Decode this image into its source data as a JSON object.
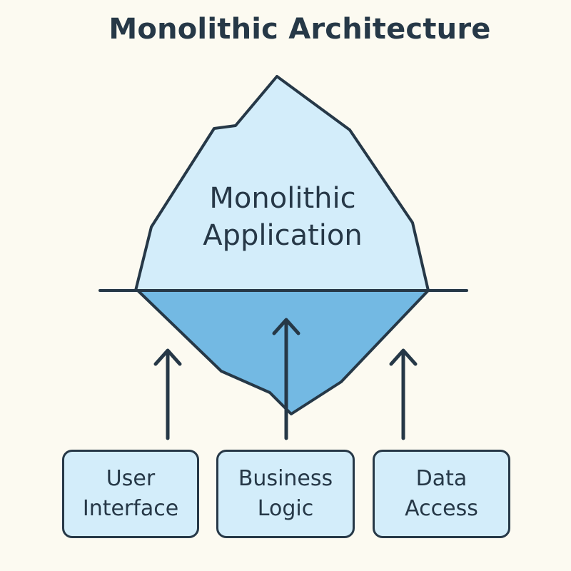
{
  "title": "Monolithic Architecture",
  "iceberg": {
    "label_line1": "Monolithic",
    "label_line2": "Application"
  },
  "components": [
    {
      "line1": "User",
      "line2": "Interface"
    },
    {
      "line1": "Business",
      "line2": "Logic"
    },
    {
      "line1": "Data",
      "line2": "Access"
    }
  ],
  "colors": {
    "background": "#fcfaf1",
    "ice_above_water": "#d3edfa",
    "ice_below_water": "#73b9e3",
    "outline": "#263847"
  }
}
